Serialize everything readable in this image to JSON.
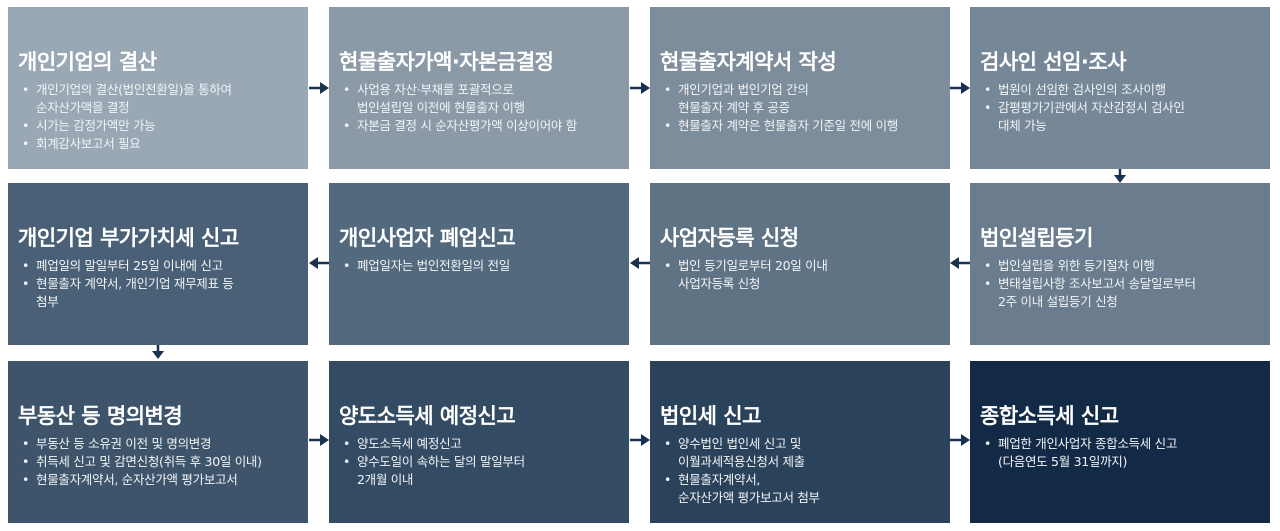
{
  "steps": [
    {
      "title": "개인기업의 결산",
      "bullets": [
        [
          "개인기업의 결산(법인전환일)을 통하여",
          "순자산가액을 결정"
        ],
        [
          "시가는 감정가액만 가능"
        ],
        [
          "회계감사보고서 필요"
        ]
      ],
      "color": "#9aa7b4"
    },
    {
      "title": "현물출자가액·자본금결정",
      "bullets": [
        [
          "사업용 자산·부채를 포괄적으로",
          "법인설립일 이전에 현물출자 이행"
        ],
        [
          "자본금 결정 시 순자산평가액 이상이어야 함"
        ]
      ],
      "color": "#8c9aa8"
    },
    {
      "title": "현물출자계약서 작성",
      "bullets": [
        [
          "개인기업과 법인기업 간의",
          "현물출자 계약 후 공증"
        ],
        [
          "현물출자 계약은 현물출자 기준일 전에 이행"
        ]
      ],
      "color": "#7e8d9c"
    },
    {
      "title": "검사인 선임·조사",
      "bullets": [
        [
          "법원이 선임한 검사인의 조사이행"
        ],
        [
          "감평평가기관에서 자산감정시 검사인",
          "대체 가능"
        ]
      ],
      "color": "#768797"
    },
    {
      "title": "법인설립등기",
      "bullets": [
        [
          "법인설립을 위한 등기절차 이행"
        ],
        [
          "변태설립사항 조사보고서 송달일로부터",
          "2주 이내 설립등기 신청"
        ]
      ],
      "color": "#6a7c8d"
    },
    {
      "title": "사업자등록 신청",
      "bullets": [
        [
          "법인 등기일로부터 20일 이내",
          "사업자등록 신청"
        ]
      ],
      "color": "#607385"
    },
    {
      "title": "개인사업자 폐업신고",
      "bullets": [
        [
          "폐업일자는 법인전환일의 전일"
        ]
      ],
      "color": "#53697e"
    },
    {
      "title": "개인기업 부가가치세 신고",
      "bullets": [
        [
          "폐업일의 말일부터 25일 이내에 신고"
        ],
        [
          "현물출자 계약서, 개인기업 재무제표 등",
          "첨부"
        ]
      ],
      "color": "#4a6076"
    },
    {
      "title": "부동산 등 명의변경",
      "bullets": [
        [
          "부동산 등 소유권 이전 및 명의변경"
        ],
        [
          "취득세 신고 및 감면신청(취득 후 30일 이내)"
        ],
        [
          "현물출자계약서, 순자산가액 평가보고서"
        ]
      ],
      "color": "#3d546b"
    },
    {
      "title": "양도소득세 예정신고",
      "bullets": [
        [
          "양도소득세 예정신고"
        ],
        [
          "양수도일이 속하는 달의 말일부터",
          "2개월 이내"
        ]
      ],
      "color": "#334b63"
    },
    {
      "title": "법인세 신고",
      "bullets": [
        [
          "양수법인 법인세 신고 및",
          "이월과세적용신청서 제출"
        ],
        [
          "현물출자계약서,",
          "순자산가액 평가보고서 첨부"
        ]
      ],
      "color": "#2a425a"
    },
    {
      "title": "종합소득세 신고",
      "bullets": [
        [
          "폐업한 개인사업자 종합소득세 신고",
          "(다음연도 5월 31일까지)"
        ]
      ],
      "color": "#132a47"
    }
  ]
}
